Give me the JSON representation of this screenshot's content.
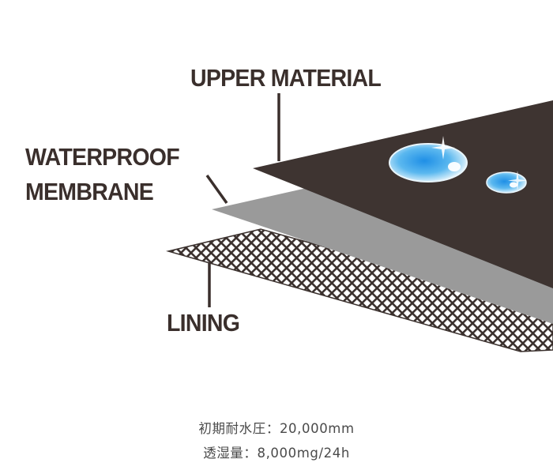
{
  "labels": {
    "upper_material": "UPPER MATERIAL",
    "waterproof_membrane_line1": "WATERPROOF",
    "waterproof_membrane_line2": "MEMBRANE",
    "lining": "LINING"
  },
  "specs": {
    "water_pressure": "初期耐水圧：20,000mm",
    "moisture_permeability": "透湿量：8,000mg/24h"
  },
  "colors": {
    "upper_layer": "#3e3431",
    "membrane_layer": "#9a9a9a",
    "lining_mesh": "#3a302d",
    "label_text": "#3a2f2c",
    "water_drop": "#3aa7e8"
  }
}
